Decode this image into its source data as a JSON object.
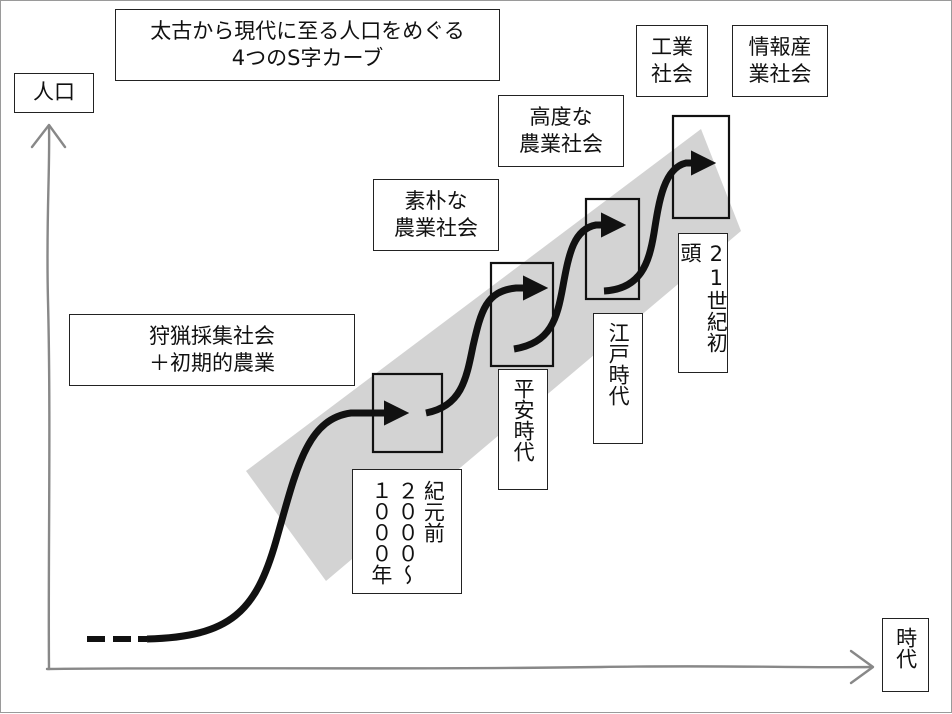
{
  "title": {
    "line1": "太古から現代に至る人口をめぐる",
    "line2": "4つのS字カーブ"
  },
  "axes": {
    "y_label": "人口",
    "x_label": "時代"
  },
  "labels": {
    "hunting": {
      "line1": "狩猟採集社会",
      "line2": "＋初期的農業"
    },
    "simple_agri": {
      "line1": "素朴な",
      "line2": "農業社会"
    },
    "advanced_agri": {
      "line1": "高度な",
      "line2": "農業社会"
    },
    "industrial": {
      "line1": "工業",
      "line2": "社会"
    },
    "information": {
      "line1": "情報産",
      "line2": "業社会"
    }
  },
  "era_labels": {
    "bc": {
      "col1": "紀元前",
      "col2": "２０００～",
      "col3": "１０００年"
    },
    "heian": "平安時代",
    "edo": "江戸時代",
    "c21": "21世紀初頭"
  },
  "colors": {
    "band": "#d3d3d3",
    "line": "#111111",
    "axis": "#888888"
  }
}
